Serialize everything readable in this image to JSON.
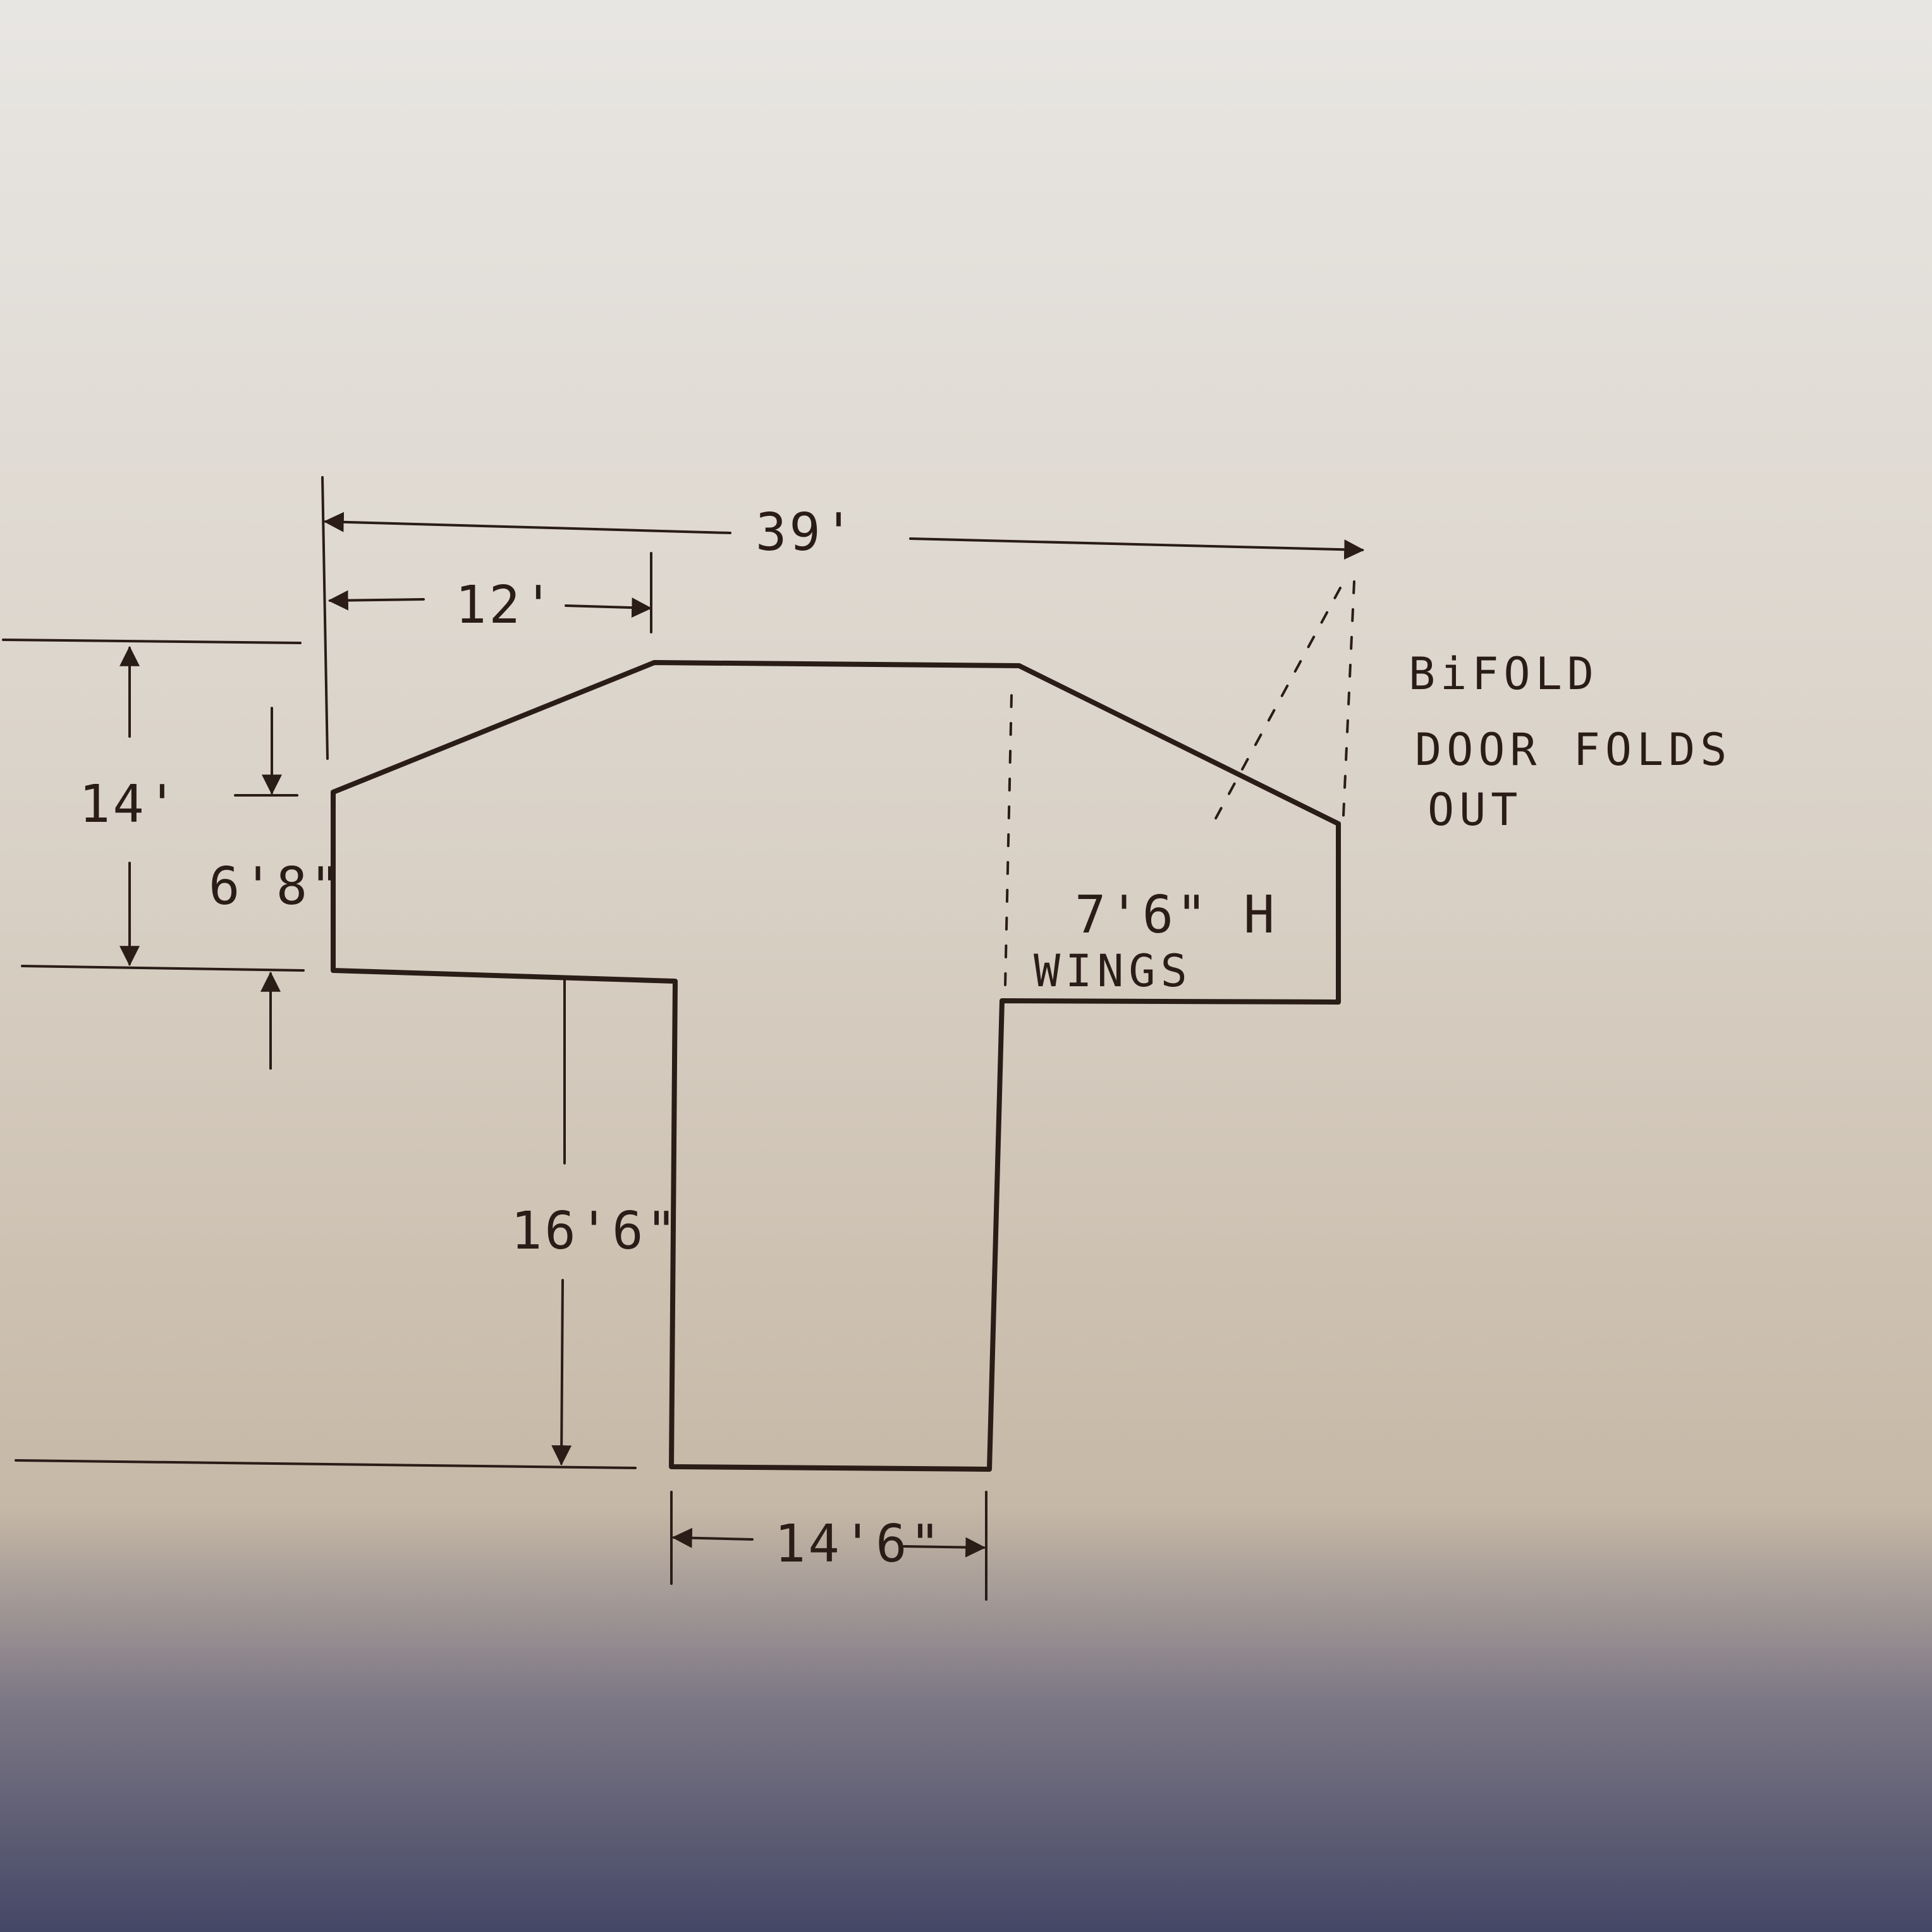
{
  "sketch": {
    "dimensions": {
      "overall_width": "39'",
      "roof_offset": "12'",
      "total_height": "14'",
      "door_height": "6'8\"",
      "leg_height": "16'6\"",
      "leg_width": "14'6\"",
      "wing_height": "7'6\" H"
    },
    "labels": {
      "wings": "WINGS",
      "bifold_line1": "BiFOLD",
      "bifold_line2": "DOOR  FOLDS",
      "bifold_line3": "OUT"
    },
    "colors": {
      "ink": "#2a1c17",
      "paper_light": "#e8e6e3",
      "paper_mid": "#cfc4b6",
      "shadow": "#444766"
    }
  }
}
